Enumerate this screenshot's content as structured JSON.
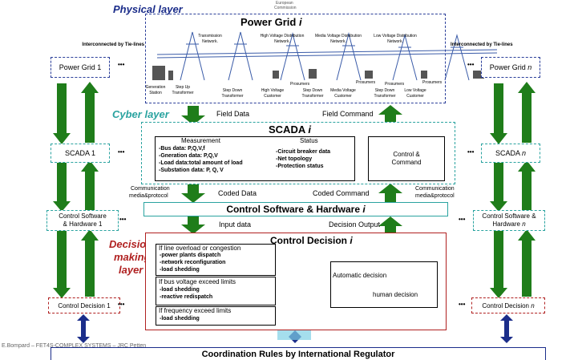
{
  "logo": {
    "line1": "European",
    "line2": "Commission"
  },
  "layers": {
    "physical": "Physical layer",
    "cyber": "Cyber layer",
    "decision1": "Decision",
    "decision2": "making",
    "decision3": "layer"
  },
  "power_grid": {
    "title": "Power Grid ",
    "title_var": "i",
    "top_labels": [
      "Transmission Network.",
      "High Voltage Distribution Network.",
      "Media Voltage Distribution Network.",
      "Low Voltage Distribution Network."
    ],
    "bottom_labels": [
      "Generation Station",
      "Step Up Transformer",
      "Step Down Transformer",
      "High Voltage Customer",
      "Step Down Transformer",
      "Media Voltage Customer",
      "Step Down Transformer",
      "Low Voltage Customer"
    ],
    "prosumers": [
      "Prosumers",
      "Prosumers",
      "Prosumers",
      "Prosumers"
    ]
  },
  "tie_lines": {
    "left": "Interconnected by Tie-lines",
    "right": "Interconnected by Tie-lines"
  },
  "left_column": {
    "power_grid": "Power Grid 1",
    "scada": "SCADA 1",
    "csh_line1": "Control Software",
    "csh_line2": "& Hardware 1",
    "control_decision": "Control Decision 1"
  },
  "right_column": {
    "power_grid": "Power Grid ",
    "power_grid_var": "n",
    "scada": "SCADA ",
    "scada_var": "n",
    "csh_line1": "Control Software &",
    "csh_line2": "Hardware ",
    "csh_var": "n",
    "control_decision": "Control Decision ",
    "control_decision_var": "n"
  },
  "dots": "•••",
  "field": {
    "data": "Field Data",
    "command": "Field Command"
  },
  "scada": {
    "title": "SCADA ",
    "title_var": "i",
    "measurement_header": "Measurement",
    "measurement_items": [
      "-Bus data: P,Q,V,f",
      "-Gneration data: P,Q,V",
      "-Load data:total amount of load",
      "-Substation data: P, Q, V"
    ],
    "status_header": "Status",
    "status_items": [
      "-Circuit breaker data",
      "-Net topology",
      "-Protection status"
    ],
    "control_command_1": "Control &",
    "control_command_2": "Command"
  },
  "comm": {
    "left1": "Communication",
    "left2": "media&protocol",
    "right1": "Communication",
    "right2": "media&protocol"
  },
  "coded": {
    "data": "Coded Data",
    "command": "Coded Command"
  },
  "csh": {
    "title": "Control Software & Hardware ",
    "title_var": "i"
  },
  "io": {
    "input": "Input data",
    "output": "Decision Output"
  },
  "decision": {
    "title": "Control Decision ",
    "title_var": "i",
    "block1": {
      "header": "If line overload or congestion",
      "items": [
        "-power plants dispatch",
        "-network reconfiguration",
        "-load shedding"
      ]
    },
    "block2": {
      "header": "If bus voltage exceed limits",
      "items": [
        "-load shedding",
        "-reactive redispatch"
      ]
    },
    "block3": {
      "header": "If frequency exceed limits",
      "items": [
        "-load shedding"
      ]
    },
    "auto": "Automatic decision",
    "human": "human decision"
  },
  "footer": {
    "left_text": "E.Bompard – FET4S-COMPLEX SYSTEMS – JRC Petten",
    "coordination": "Coordination Rules by International Regulator"
  },
  "colors": {
    "green": "#1f7d1a",
    "red": "#b02020",
    "navy": "#2b3f9a",
    "teal": "#2aa3a0",
    "dark_blue": "#1b2d8a",
    "light_blue": "#7fd0e6"
  }
}
